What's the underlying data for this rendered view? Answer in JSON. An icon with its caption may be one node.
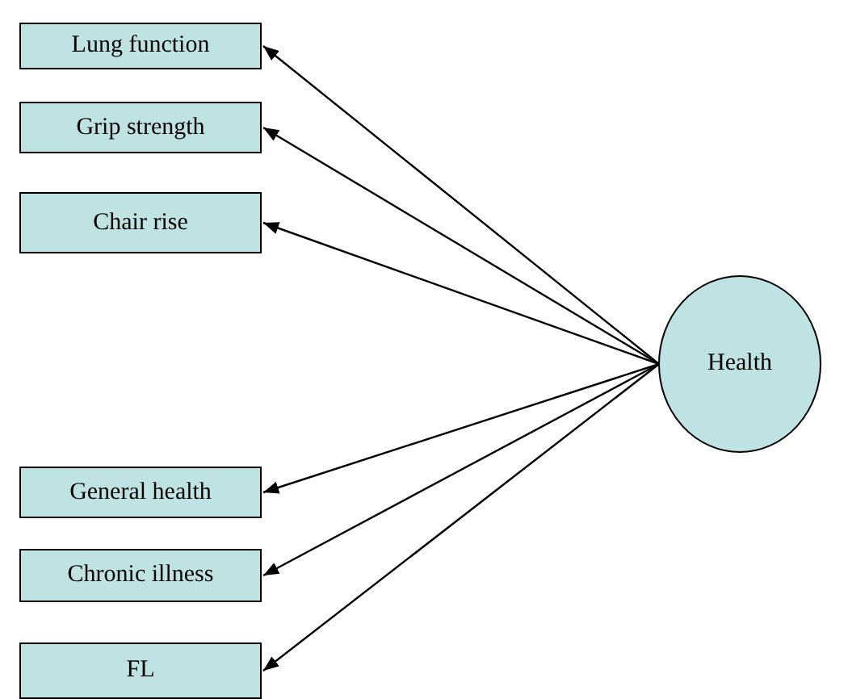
{
  "diagram": {
    "nodes": [
      {
        "text": [
          "Lung function"
        ]
      },
      {
        "text": [
          "Grip strength"
        ]
      },
      {
        "text": [
          "Chair rise"
        ]
      },
      {
        "text": [
          "General health"
        ]
      },
      {
        "text": [
          "Chronic illness"
        ]
      },
      {
        "text": [
          "FL"
        ]
      },
      {
        "text": [
          "Health"
        ]
      }
    ],
    "edges": [
      {
        "from": 6,
        "to": 0,
        "arrow": "to"
      },
      {
        "from": 6,
        "to": 1,
        "arrow": "to"
      },
      {
        "from": 6,
        "to": 2,
        "arrow": "to"
      },
      {
        "from": 6,
        "to": 3,
        "arrow": "to"
      },
      {
        "from": 6,
        "to": 4,
        "arrow": "to"
      },
      {
        "from": 6,
        "to": 5,
        "arrow": "to"
      }
    ]
  }
}
